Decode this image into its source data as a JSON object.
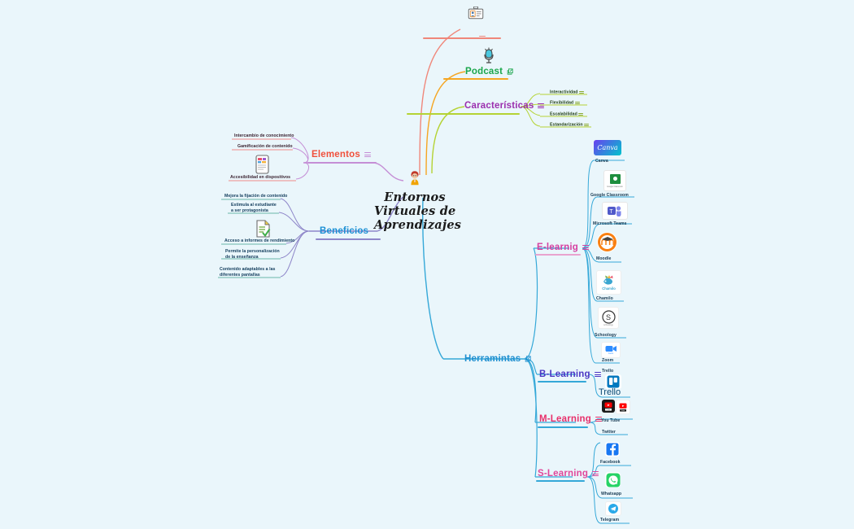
{
  "mindmap": {
    "central": {
      "title_lines": [
        "Entornos",
        "Virtuales de",
        "Aprendizajes"
      ],
      "icon": "person-icon"
    },
    "branches": [
      {
        "id": "blank-top",
        "label": "",
        "color": "#f0877a",
        "icon": "id-badge-icon",
        "has_note": true,
        "children": []
      },
      {
        "id": "podcast",
        "label": "Podcast",
        "color": "#1aa64b",
        "line_color": "#f5a623",
        "icon": "microphone-icon",
        "has_link": true,
        "children": []
      },
      {
        "id": "caracteristicas",
        "label": "Características",
        "color": "#9b2fae",
        "line_color": "#b5d334",
        "has_note": true,
        "children": [
          {
            "label": "Interactividad"
          },
          {
            "label": "Flexibilidad"
          },
          {
            "label": "Escalabilidad"
          },
          {
            "label": "Estandarización"
          }
        ]
      },
      {
        "id": "elementos",
        "label": "Elementos",
        "color": "#f0503c",
        "line_color": "#c58fd6",
        "has_note": true,
        "icon": "smartphone-icon",
        "children": [
          {
            "label": "Intercambio de conocimiento"
          },
          {
            "label": "Gamificación de contenido"
          },
          {
            "label": "Accesibilidad en dispositivos"
          }
        ]
      },
      {
        "id": "beneficios",
        "label": "Beneficios",
        "color": "#1b8fd4",
        "line_color": "#8e86c9",
        "icon": "report-icon",
        "children": [
          {
            "label": "Mejora la fijación de contenido"
          },
          {
            "label": "Estimula al estudiante a ser protagonista"
          },
          {
            "label": "Acceso a informes de rendimiento"
          },
          {
            "label": "Permite la personalización de la enseñanza"
          },
          {
            "label": "Contenido adaptables a las diferentes pantallas"
          }
        ]
      },
      {
        "id": "herramientas",
        "label": "Herramintas",
        "color": "#1f8fd0",
        "line_color": "#35a8d8",
        "has_link": true,
        "children": []
      }
    ],
    "tool_groups": [
      {
        "id": "e-learning",
        "label": "E-learnig",
        "color": "#d63fa0",
        "has_note": true,
        "tools": [
          {
            "name": "Canva",
            "icon": "canva-logo"
          },
          {
            "name": "Google Classroom",
            "icon": "google-classroom-logo"
          },
          {
            "name": "Microsoft Teams",
            "icon": "microsoft-teams-logo"
          },
          {
            "name": "Moodle",
            "icon": "moodle-logo"
          },
          {
            "name": "Chamilo",
            "icon": "chamilo-logo"
          },
          {
            "name": "Schoology",
            "icon": "schoology-logo"
          },
          {
            "name": "Zoom",
            "icon": "zoom-logo"
          }
        ]
      },
      {
        "id": "b-learning",
        "label": "B-Learning",
        "color": "#4b36c4",
        "has_note": true,
        "tools": [
          {
            "name": "Trello",
            "icon": "trello-logo"
          }
        ]
      },
      {
        "id": "m-learning",
        "label": "M-Learning",
        "color": "#e8306b",
        "has_note": true,
        "tools": [
          {
            "name": "You Tube",
            "icon": "youtube-logo"
          },
          {
            "name": "Twitter",
            "icon": "twitter-logo"
          }
        ]
      },
      {
        "id": "s-learning",
        "label": "S-Learning",
        "color": "#e0479b",
        "has_note": true,
        "tools": [
          {
            "name": "Facebook",
            "icon": "facebook-logo"
          },
          {
            "name": "Whatsapp",
            "icon": "whatsapp-logo"
          },
          {
            "name": "Telegram",
            "icon": "telegram-logo"
          }
        ]
      }
    ]
  }
}
